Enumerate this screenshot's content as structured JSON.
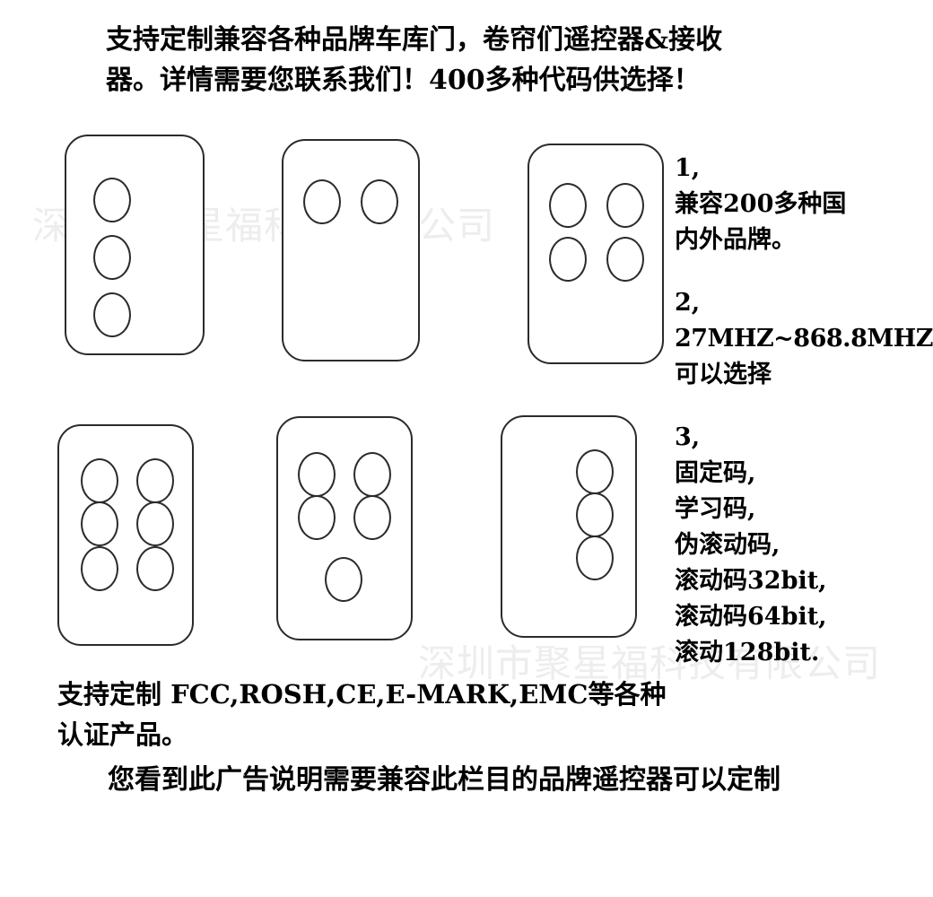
{
  "header": {
    "line1": "支持定制兼容各种品牌车库门，卷帘们遥控器&接收",
    "line2": "器。详情需要您联系我们！400多种代码供选择！"
  },
  "watermark": {
    "text": "深圳市聚星福科技有限公司"
  },
  "features": [
    {
      "number": "1,",
      "lines": [
        "兼容200多种国",
        "内外品牌。"
      ]
    },
    {
      "number": "2,",
      "lines": [
        "27MHZ~868.8MHZ",
        "可以选择"
      ]
    },
    {
      "number": "3,",
      "lines": [
        "固定码,",
        "学习码,",
        "伪滚动码,",
        "滚动码32bit,",
        "滚动码64bit,",
        "滚动128bit."
      ]
    }
  ],
  "certification": {
    "line1": "支持定制  FCC,ROSH,CE,E-MARK,EMC等各种",
    "line2": "认证产品。"
  },
  "tagline": {
    "text": "您看到此广告说明需要兼容此栏目的品牌遥控器可以定制"
  },
  "remotes": [
    {
      "id": "remote-3-button-vertical-left",
      "label": "3 button vertical left aligned remote",
      "button_count": 3,
      "layout": "vertical-3"
    },
    {
      "id": "remote-2-button-horizontal",
      "label": "2 button horizontal remote",
      "button_count": 2,
      "layout": "horizontal-2"
    },
    {
      "id": "remote-4-button-grid",
      "label": "4 button 2x2 grid remote",
      "button_count": 4,
      "layout": "grid-2x2"
    },
    {
      "id": "remote-6-button-grid",
      "label": "6 button 3x2 grid remote",
      "button_count": 6,
      "layout": "grid-3x2"
    },
    {
      "id": "remote-5-button-grid-plus-one",
      "label": "5 button 2x2 grid plus centered button remote",
      "button_count": 5,
      "layout": "grid-2x2-plus-1"
    },
    {
      "id": "remote-3-button-vertical-right",
      "label": "3 button vertical right aligned remote",
      "button_count": 3,
      "layout": "vertical-3-right"
    }
  ],
  "colors": {
    "outline": "#2b2b2b",
    "text": "#000000",
    "background": "#ffffff",
    "watermark": "#ededed"
  }
}
